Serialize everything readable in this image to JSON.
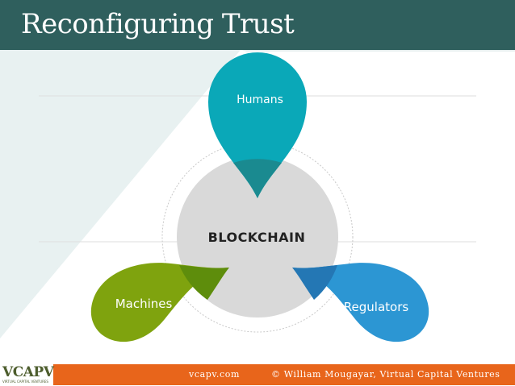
{
  "slide": {
    "title": "Reconfiguring Trust"
  },
  "diagram": {
    "center_label": "BLOCKCHAIN",
    "nodes": [
      {
        "label": "Humans",
        "color": "#0aa8b8"
      },
      {
        "label": "Machines",
        "color": "#7fa30e"
      },
      {
        "label": "Regulators",
        "color": "#2c96d3"
      }
    ],
    "center_color": "#d9d9d9"
  },
  "footer": {
    "site": "vcapv.com",
    "copyright": "© William Mougayar, Virtual Capital Ventures",
    "logo_text": "VCAPV",
    "logo_subtext": "VIRTUAL CAPITAL VENTURES",
    "bar_color": "#e8651b"
  }
}
